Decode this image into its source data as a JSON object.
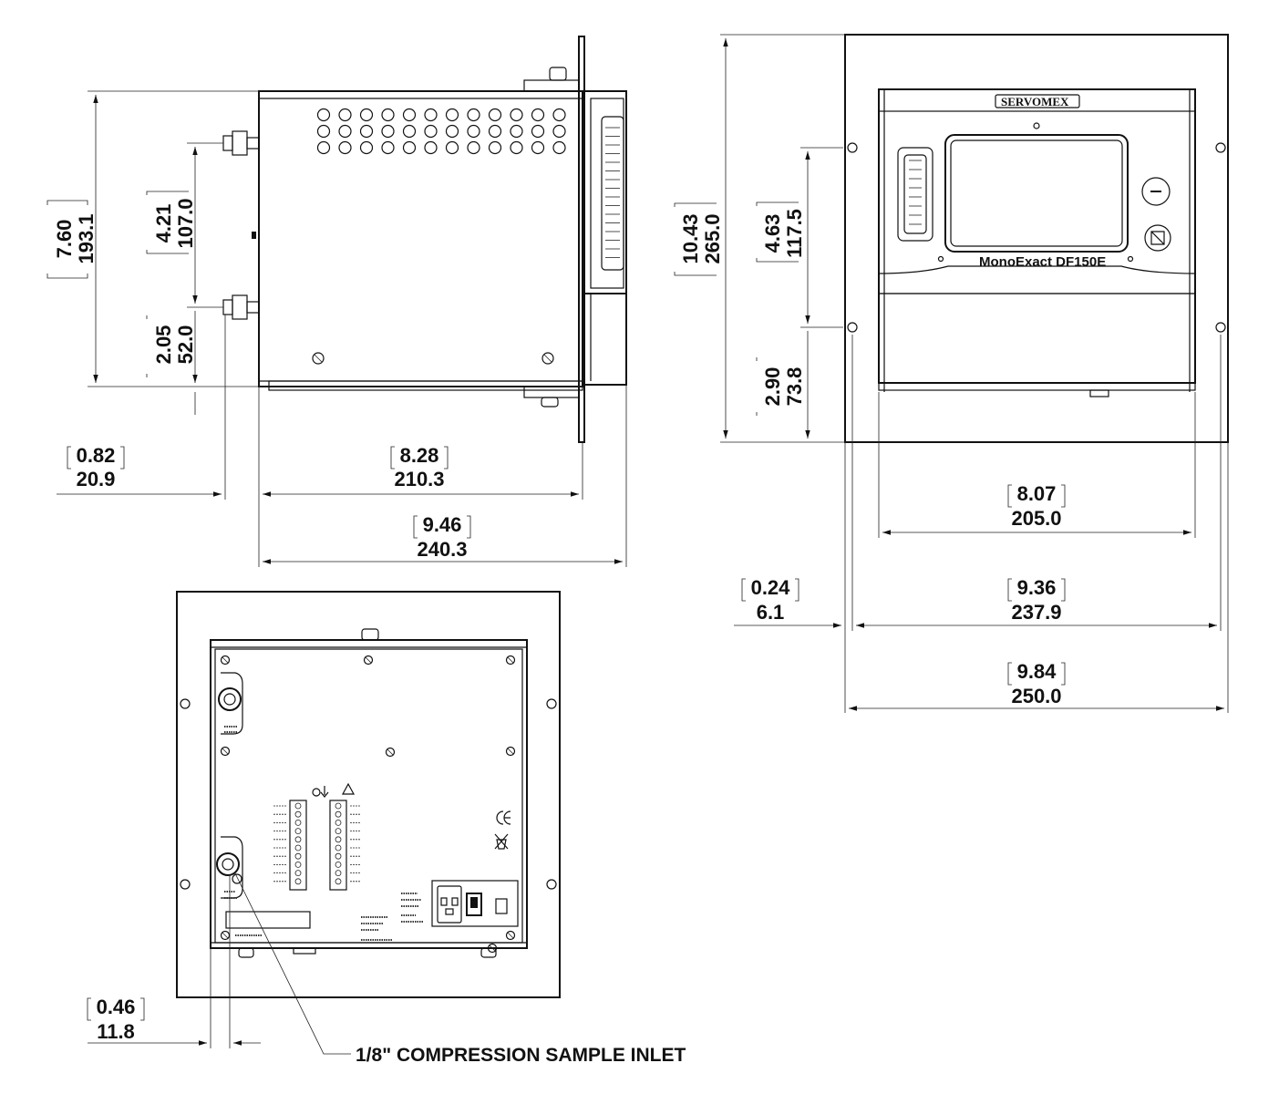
{
  "side_view": {
    "dim_total_height": {
      "in": "7.60",
      "mm": "193.1"
    },
    "dim_port_spacing": {
      "in": "4.21",
      "mm": "107.0"
    },
    "dim_port_bottom": {
      "in": "2.05",
      "mm": "52.0"
    },
    "dim_port_depth": {
      "in": "0.82",
      "mm": "20.9"
    },
    "dim_body_depth": {
      "in": "8.28",
      "mm": "210.3"
    },
    "dim_total_depth": {
      "in": "9.46",
      "mm": "240.3"
    }
  },
  "front_view": {
    "brand": "SERVOMEX",
    "model": "MonoExact DF150E",
    "dim_panel_height": {
      "in": "10.43",
      "mm": "265.0"
    },
    "dim_hole_spacing": {
      "in": "4.63",
      "mm": "117.5"
    },
    "dim_hole_bottom": {
      "in": "2.90",
      "mm": "73.8"
    },
    "dim_body_width": {
      "in": "8.07",
      "mm": "205.0"
    },
    "dim_edge_offset": {
      "in": "0.24",
      "mm": "6.1"
    },
    "dim_hole_width": {
      "in": "9.36",
      "mm": "237.9"
    },
    "dim_panel_width": {
      "in": "9.84",
      "mm": "250.0"
    }
  },
  "rear_view": {
    "dim_inlet_offset": {
      "in": "0.46",
      "mm": "11.8"
    },
    "callout": "1/8\" COMPRESSION SAMPLE INLET"
  }
}
